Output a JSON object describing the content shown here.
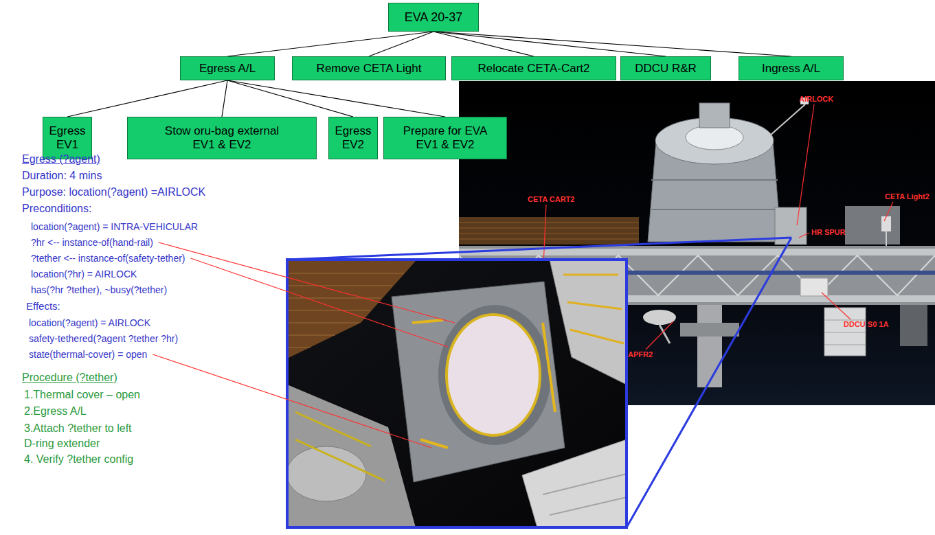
{
  "diagram": {
    "nodes": [
      {
        "text": [
          "EVA 20-37"
        ]
      },
      {
        "text": [
          "Egress A/L"
        ]
      },
      {
        "text": [
          "Remove CETA Light"
        ]
      },
      {
        "text": [
          "Relocate CETA-Cart2"
        ]
      },
      {
        "text": [
          "DDCU R&R"
        ]
      },
      {
        "text": [
          "Ingress A/L"
        ]
      },
      {
        "text": [
          "Egress EV1"
        ]
      },
      {
        "text": [
          "Stow oru-bag external EV1 & EV2"
        ]
      },
      {
        "text": [
          "Egress EV2"
        ]
      },
      {
        "text": [
          "Prepare for EVA EV1 & EV2"
        ]
      }
    ],
    "edges": [
      {
        "from": 0,
        "to": 1,
        "arrow": "none"
      },
      {
        "from": 0,
        "to": 2,
        "arrow": "none"
      },
      {
        "from": 0,
        "to": 3,
        "arrow": "none"
      },
      {
        "from": 0,
        "to": 4,
        "arrow": "none"
      },
      {
        "from": 0,
        "to": 5,
        "arrow": "none"
      },
      {
        "from": 1,
        "to": 6,
        "arrow": "none"
      },
      {
        "from": 1,
        "to": 7,
        "arrow": "none"
      },
      {
        "from": 1,
        "to": 8,
        "arrow": "none"
      },
      {
        "from": 1,
        "to": 9,
        "arrow": "none"
      }
    ],
    "labels": [
      "Egress (?agent)",
      "Duration: 4 mins",
      "Purpose: location(?agent) =AIRLOCK",
      "Preconditions:",
      "location(?agent) = INTRA-VEHICULAR",
      "?hr <-- instance-of(hand-rail)",
      "?tether <-- instance-of(safety-tether)",
      "location(?hr) = AIRLOCK",
      "has(?hr ?tether), ~busy(?tether)",
      "Effects:",
      "location(?agent) = AIRLOCK",
      "safety-tethered(?agent ?tether ?hr)",
      "state(thermal-cover) = open",
      "Procedure (?tether)",
      "1.Thermal cover – open",
      "2.Egress A/L",
      "3.Attach ?tether to left D-ring extender",
      "4. Verify ?tether config",
      "AIRLOCK",
      "CETA CART2",
      "CETA Light2",
      "HR SPUR",
      "DDCU S0 1A",
      "APFR2"
    ]
  }
}
